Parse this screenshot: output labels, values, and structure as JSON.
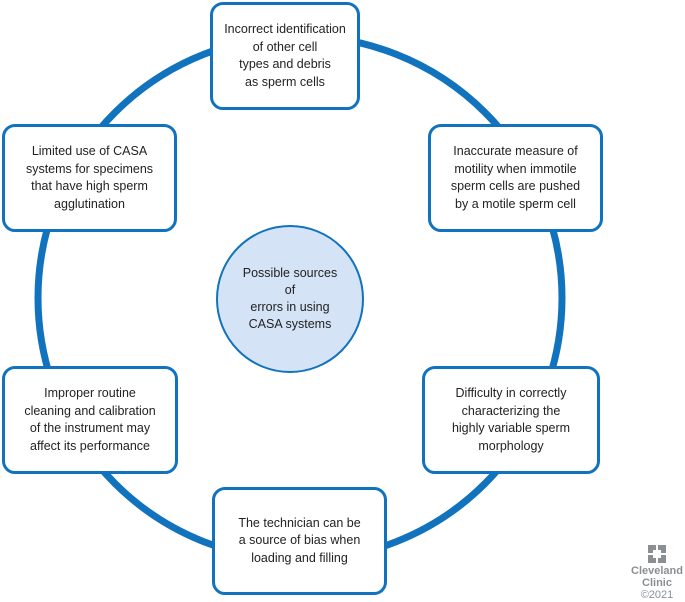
{
  "center": {
    "text": "Possible sources of\nerrors in using\nCASA systems"
  },
  "boxes": [
    {
      "text": "Incorrect identification\nof other cell\ntypes and debris\nas sperm cells"
    },
    {
      "text": "Inaccurate measure of\nmotility when immotile\nsperm cells are pushed\nby a motile sperm cell"
    },
    {
      "text": "Difficulty in correctly\ncharacterizing the\nhighly variable sperm\nmorphology"
    },
    {
      "text": "The technician can be\na source of bias when\nloading and filling"
    },
    {
      "text": "Improper routine\ncleaning and calibration\nof the instrument may\naffect its performance"
    },
    {
      "text": "Limited use of CASA\nsystems for specimens\nthat have high sperm\nagglutination"
    }
  ],
  "logo": {
    "line1": "Cleveland",
    "line2": "Clinic",
    "year": "©2021"
  },
  "colors": {
    "ring": "#1173bd",
    "center_fill": "#d4e3f5",
    "logo": "#8a8f94"
  }
}
